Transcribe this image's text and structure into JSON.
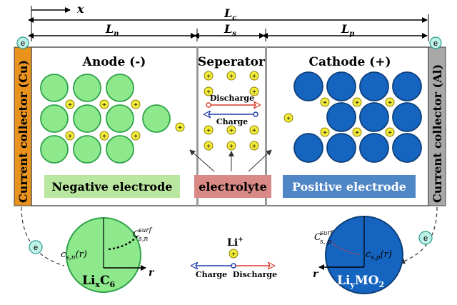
{
  "dimensions": {
    "x_symbol": "x",
    "total_length": "L",
    "total_length_sub": "c",
    "anode_length": "L",
    "anode_length_sub": "n",
    "separator_length": "L",
    "separator_length_sub": "s",
    "cathode_length": "L",
    "cathode_length_sub": "p"
  },
  "collectors": {
    "left_label": "Current collector (Cu)",
    "right_label": "Current collector (Al)",
    "electron_symbol": "e"
  },
  "regions": {
    "anode_title": "Anode (-)",
    "separator_title": "Seperator",
    "cathode_title": "Cathode (+)",
    "negative_electrode_label": "Negative electrode",
    "electrolyte_label": "electrolyte",
    "positive_electrode_label": "Positive electrode",
    "discharge_label": "Discharge",
    "charge_label": "Charge"
  },
  "ion": {
    "plus_symbol": "+",
    "li_ion_label": "Li",
    "li_ion_sup": "+",
    "charge_label": "Charge",
    "discharge_label": "Discharge"
  },
  "particles": {
    "anode_main": "Li",
    "anode_sub_x": "x",
    "anode_mid": "C",
    "anode_sub_6": "6",
    "cathode_main": "Li",
    "cathode_sub_y": "y",
    "cathode_mid": "MO",
    "cathode_sub_2": "2",
    "anode_conc": "c",
    "anode_conc_sub": "s,n",
    "anode_conc_arg": "(r)",
    "anode_surf": "C",
    "anode_surf_sup": "surf",
    "anode_surf_sub": "s,n",
    "cathode_conc": "c",
    "cathode_conc_sub": "s,p",
    "cathode_conc_arg": "(r)",
    "cathode_surf": "C",
    "cathode_surf_sup": "surf",
    "cathode_surf_sub": "s, p",
    "r_axis": "r"
  },
  "colors": {
    "anode_fill": "#8ee88c",
    "anode_stroke": "#2fa34a",
    "cathode_fill": "#1565c0",
    "cathode_stroke": "#0d3f7a",
    "cu_collector": "#e9931e",
    "al_collector": "#a8a8a8",
    "ion_fill": "#f4ec3c",
    "electron_fill": "#bff0e6",
    "negative_box": "#b9e7a0",
    "electrolyte_box": "#d98a86",
    "positive_box": "#4f86c6",
    "discharge_arrow": "#d93a2b",
    "charge_arrow": "#1f3aa8"
  }
}
